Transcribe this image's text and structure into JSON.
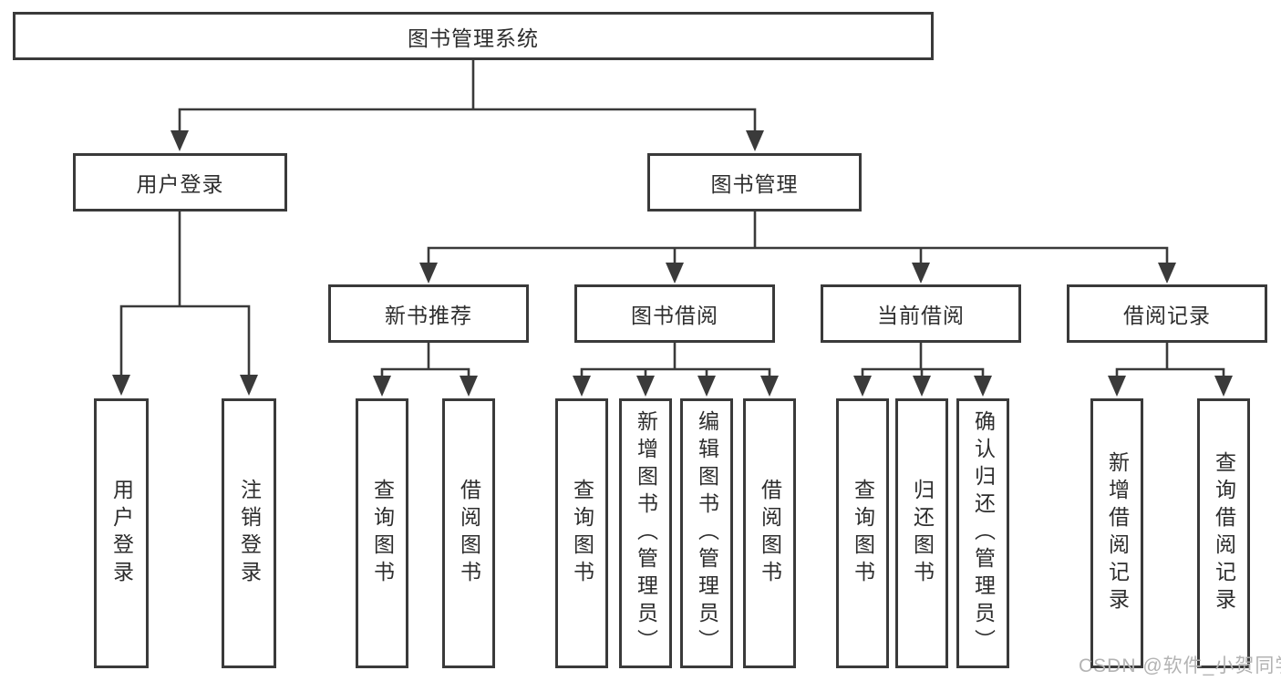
{
  "diagram": {
    "root": {
      "label": "图书管理系统"
    },
    "level2": {
      "user_login": {
        "label": "用户登录"
      },
      "book_management": {
        "label": "图书管理"
      }
    },
    "level3": {
      "new_book_rec": {
        "label": "新书推荐"
      },
      "book_borrow": {
        "label": "图书借阅"
      },
      "current_borrow": {
        "label": "当前借阅"
      },
      "borrow_record": {
        "label": "借阅记录"
      }
    },
    "leaves": {
      "user_login": {
        "label": "用户登录"
      },
      "logout": {
        "label": "注销登录"
      },
      "rec_query_book": {
        "label": "查询图书"
      },
      "rec_borrow_book": {
        "label": "借阅图书"
      },
      "bb_query_book": {
        "label": "查询图书"
      },
      "bb_add_book": {
        "label": "新增图书（管理员）"
      },
      "bb_edit_book": {
        "label": "编辑图书（管理员）"
      },
      "bb_borrow_book": {
        "label": "借阅图书"
      },
      "cb_query_book": {
        "label": "查询图书"
      },
      "cb_return_book": {
        "label": "归还图书"
      },
      "cb_confirm_return": {
        "label": "确认归还（管理员）"
      },
      "br_add_record": {
        "label": "新增借阅记录"
      },
      "br_query_record": {
        "label": "查询借阅记录"
      }
    },
    "watermark": "CSDN @软件_小贺同学",
    "colors": {
      "line": "#3a3a3a",
      "text": "#2d2d2d",
      "watermark": "#b3b3b3",
      "background": "#ffffff"
    }
  }
}
